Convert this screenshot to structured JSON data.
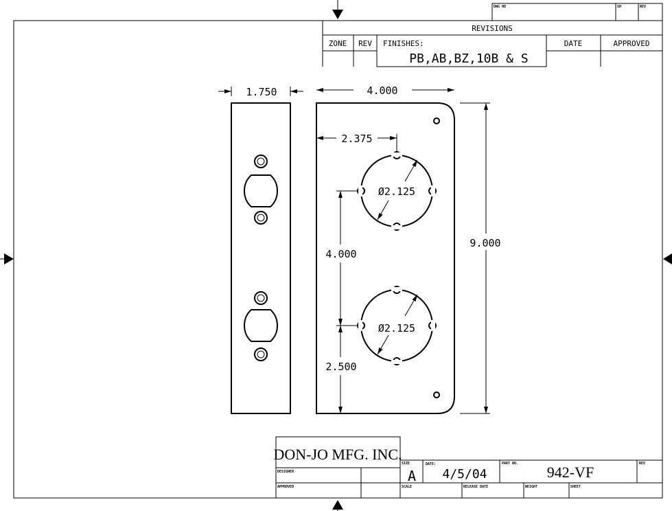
{
  "revisions": {
    "title": "REVISIONS",
    "dwg_no_label": "DWG NO",
    "sh_label": "SH",
    "rev_label": "REV",
    "columns": [
      "ZONE",
      "REV",
      "FINISHES:",
      "DATE",
      "APPROVED"
    ],
    "finishes": "PB,AB,BZ,10B & S"
  },
  "dimensions": {
    "side_width": "1.750",
    "plate_width": "4.000",
    "plate_height": "9.000",
    "hole_offset": "2.375",
    "hole_spacing": "4.000",
    "bottom_offset": "2.500",
    "hole_diameter_1": "Ø2.125",
    "hole_diameter_2": "Ø2.125"
  },
  "title_block": {
    "company": "DON-JO MFG. INC.",
    "designer_label": "DESIGNER",
    "approved_label": "APPROVED",
    "size_label": "SIZE",
    "size": "A",
    "date_label": "DATE:",
    "date": "4/5/04",
    "part_no_label": "PART NO.",
    "part_no": "942-VF",
    "rev_label": "REV",
    "scale_label": "SCALE",
    "release_date_label": "RELEASE DATE",
    "weight_label": "WEIGHT",
    "sheet_label": "SHEET"
  }
}
